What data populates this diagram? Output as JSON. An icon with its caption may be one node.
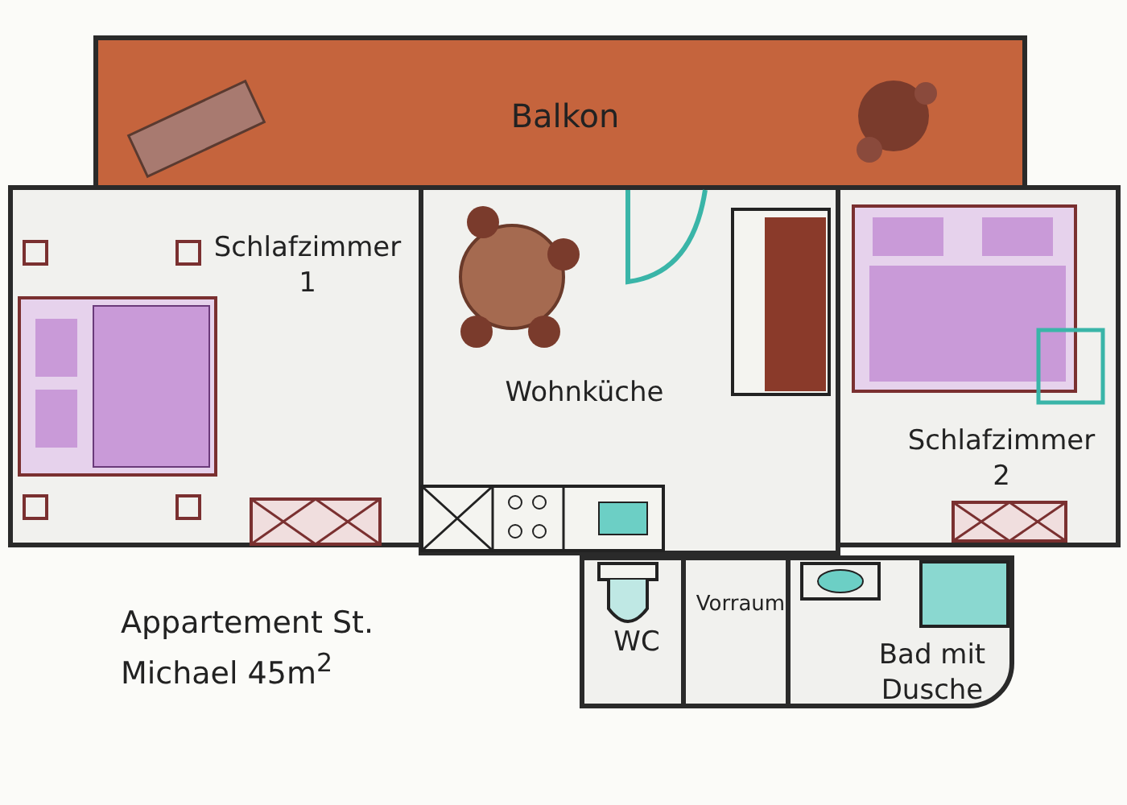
{
  "diagram": {
    "title": "Appartement St. Michael 45m$^{2}$",
    "nodes": [
      {
        "text": [
          "Balkon"
        ]
      },
      {
        "text": [
          "Schlafzimmer 1"
        ]
      },
      {
        "text": [
          "Wohnküche"
        ]
      },
      {
        "text": [
          "Schlafzimmer 2"
        ]
      },
      {
        "text": [
          "WC"
        ]
      },
      {
        "text": [
          "Vorraum"
        ]
      },
      {
        "text": [
          "Bad mit Dusche"
        ]
      }
    ]
  }
}
